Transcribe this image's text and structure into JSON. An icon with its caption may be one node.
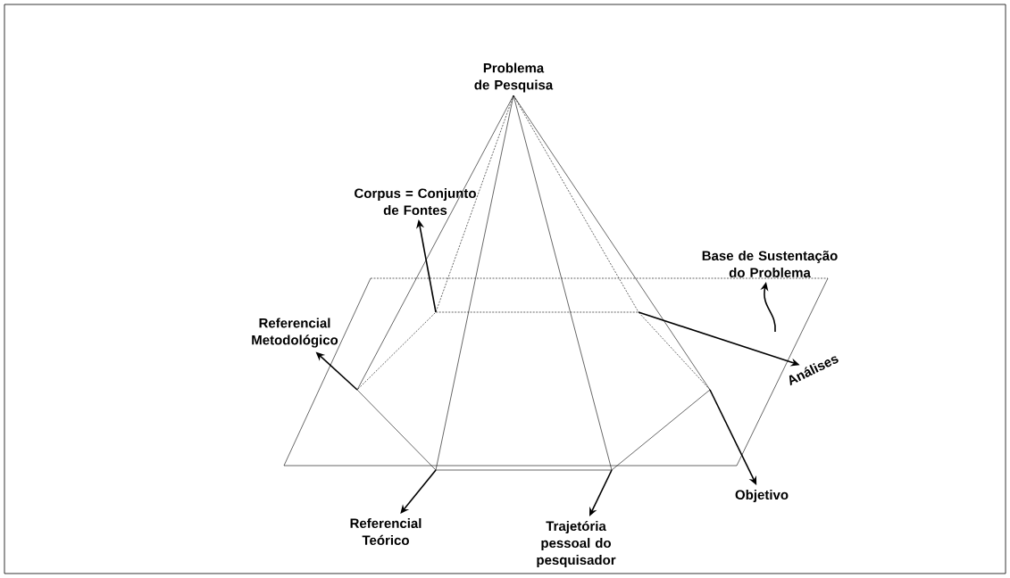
{
  "diagram": {
    "nodes": [
      {
        "text": [
          "Corpus = Conjunto de Fontes"
        ]
      },
      {
        "text": [
          "Base de Sustentação do Problema"
        ]
      },
      {
        "text": [
          "Referencial Metodológico"
        ]
      },
      {
        "text": [
          "Análises"
        ]
      },
      {
        "text": [
          "Referencial Teórico"
        ]
      },
      {
        "text": [
          "Trajetória pessoal do pesquisador"
        ]
      },
      {
        "text": [
          "Objetivo"
        ]
      }
    ],
    "edges": [
      {
        "from": null,
        "to": 0,
        "arrow": "to"
      },
      {
        "from": null,
        "to": 1,
        "arrow": "to"
      },
      {
        "from": null,
        "to": 2,
        "arrow": "to"
      },
      {
        "from": null,
        "to": 3,
        "arrow": "to"
      },
      {
        "from": null,
        "to": 4,
        "arrow": "to"
      },
      {
        "from": null,
        "to": 5,
        "arrow": "to"
      },
      {
        "from": null,
        "to": 6,
        "arrow": "to"
      }
    ],
    "labels": [
      "Problema de Pesquisa"
    ]
  }
}
